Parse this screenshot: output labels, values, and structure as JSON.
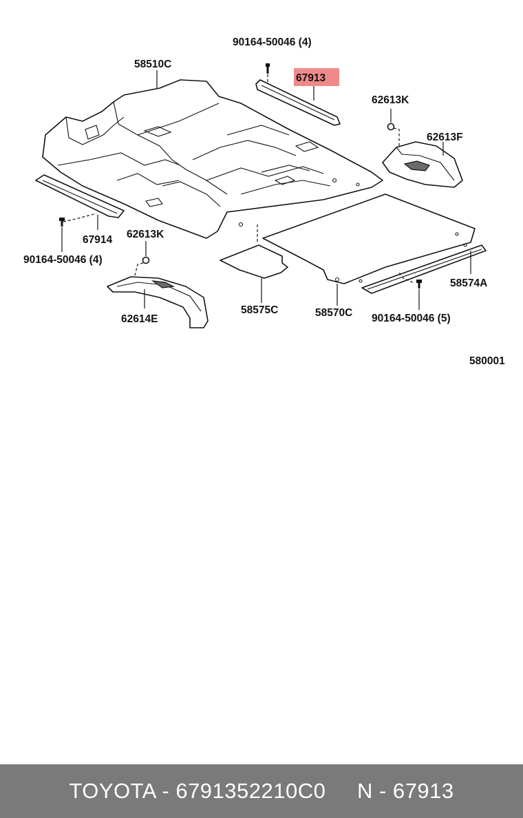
{
  "highlight_color": "#f08a8a",
  "footer_color": "#7a7a7a",
  "labels": {
    "bolt_top": "90164-50046 (4)",
    "carpet_front": "58510C",
    "sill_right": "67913",
    "clip_right": "62613K",
    "wheel_cover_right": "62613F",
    "sill_left": "67914",
    "bolt_left": "90164-50046 (4)",
    "clip_left": "62613K",
    "wheel_cover_left": "62614E",
    "mat_small": "58575C",
    "mat_rear": "58570C",
    "plate_rear": "58574A",
    "bolt_rear": "90164-50046 (5)",
    "diagram_code": "580001"
  },
  "footer": {
    "brand": "TOYOTA",
    "sep1": " - ",
    "part_number": "6791352210C0",
    "gap": "     ",
    "n_label": "N",
    "sep2": " - ",
    "n_number": "67913"
  }
}
